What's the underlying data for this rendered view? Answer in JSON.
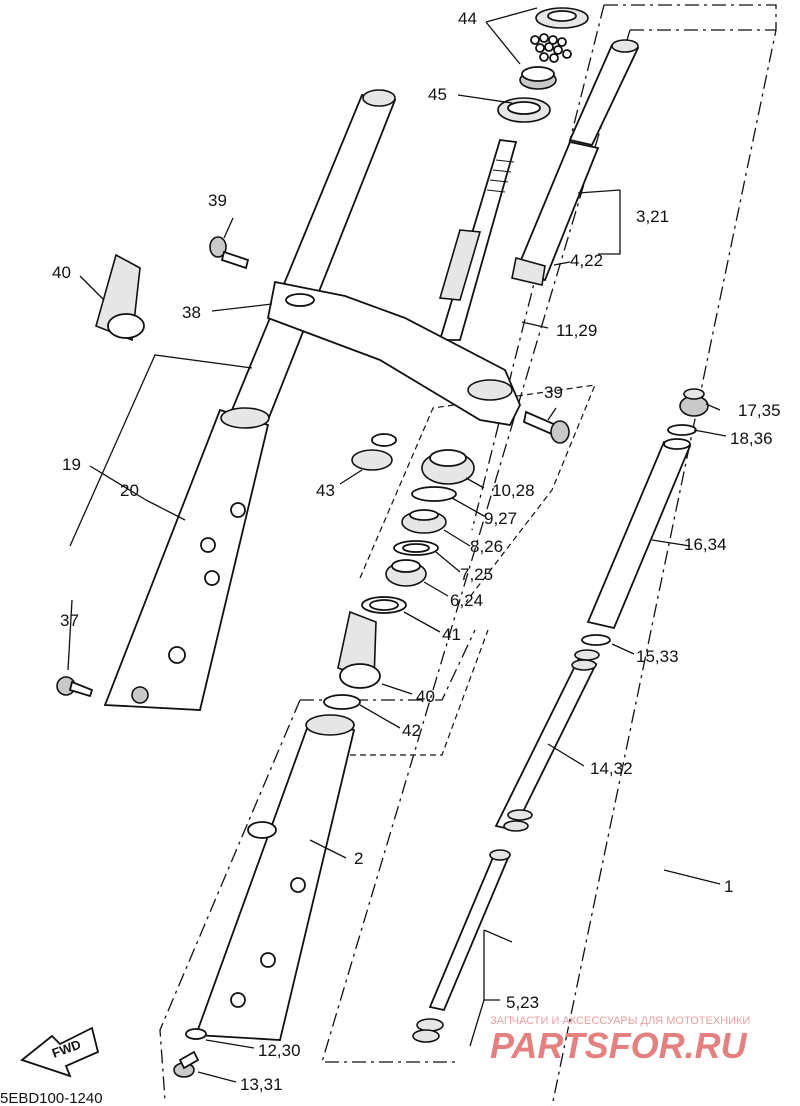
{
  "diagram_code": "5EBD100-1240",
  "fwd_label": "FWD",
  "watermark": {
    "tagline": "ЗАПЧАСТИ И АКСЕССУАРЫ ДЛЯ МОТОТЕХНИКИ",
    "brand": "PARTSFOR.RU"
  },
  "callouts": {
    "c44": "44",
    "c45": "45",
    "c3_21": "3,21",
    "c4_22": "4,22",
    "c11_29": "11,29",
    "c39a": "39",
    "c39b": "39",
    "c40a": "40",
    "c38": "38",
    "c17_35": "17,35",
    "c18_36": "18,36",
    "c19": "19",
    "c20": "20",
    "c43": "43",
    "c10_28": "10,28",
    "c9_27": "9,27",
    "c8_26": "8,26",
    "c7_25": "7,25",
    "c6_24": "6,24",
    "c16_34": "16,34",
    "c41": "41",
    "c37": "37",
    "c40b": "40",
    "c15_33": "15,33",
    "c42": "42",
    "c14_32": "14,32",
    "c2": "2",
    "c1": "1",
    "c5_23": "5,23",
    "c12_30": "12,30",
    "c13_31": "13,31"
  }
}
